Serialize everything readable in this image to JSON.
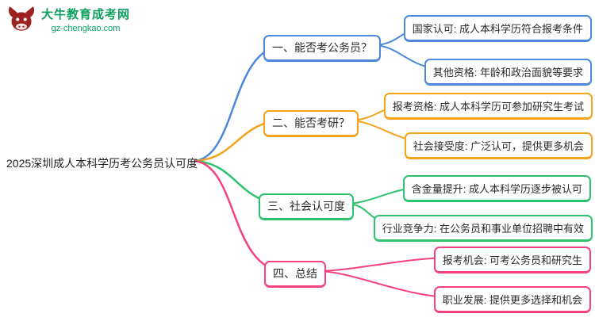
{
  "logo": {
    "title": "大牛教育成考网",
    "url": "gz-chengkao.com"
  },
  "root": {
    "label": "2025深圳成人本科学历考公务员认可度"
  },
  "branches": [
    {
      "label": "一、能否考公务员？",
      "color": "#4a89dc",
      "children": [
        "国家认可: 成人本科学历符合报考条件",
        "其他资格: 年龄和政治面貌等要求"
      ]
    },
    {
      "label": "二、能否考研？",
      "color": "#f5a31a",
      "children": [
        "报考资格: 成人本科学历可参加研究生考试",
        "社会接受度: 广泛认可，提供更多机会"
      ]
    },
    {
      "label": "三、社会认可度",
      "color": "#2dc26b",
      "children": [
        "含金量提升: 成人本科学历逐步被认可",
        "行业竞争力: 在公务员和事业单位招聘中有效"
      ]
    },
    {
      "label": "四、总结",
      "color": "#f5417f",
      "children": [
        "报考机会: 可考公务员和研究生",
        "职业发展: 提供更多选择和机会"
      ]
    }
  ]
}
